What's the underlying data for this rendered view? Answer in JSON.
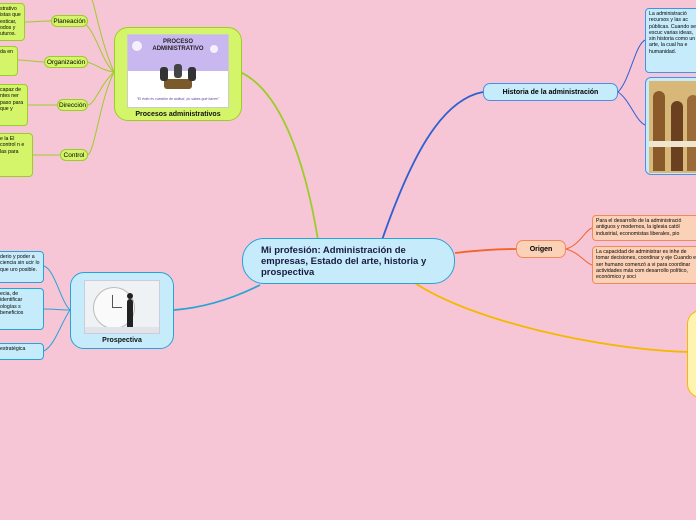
{
  "center": {
    "title": "Mi profesión: Administración de empresas, Estado del arte, historia y prospectiva"
  },
  "procesos": {
    "label": "Procesos administrativos",
    "image_title": "PROCESO ADMINISTRATIVO",
    "image_caption": "\"El éxito es cuestión de actitud, ¡tu sabes qué hacer!\"",
    "children": [
      {
        "label": "Planeación",
        "text": "strativo istas que esticar, odos y uturos."
      },
      {
        "label": "Organización",
        "text": "da en"
      },
      {
        "label": "Dirección",
        "text": "capaz de ntes ner paso para que y"
      },
      {
        "label": "Control",
        "text": "e la El control n e las para"
      }
    ]
  },
  "historia": {
    "label": "Historia de la administración",
    "text": "La administració recursos y las ac públicas. Cuando se escuc varias ideas, sin historia como un arte, la cual ha e humanidad."
  },
  "origen": {
    "label": "Origen",
    "items": [
      "Para el desarrollo de la administració antiguos y modernos, la iglesia catól industrial, economistas liberales, pio",
      "La capacidad de administrar es inhe de tomar decisiones, coordinar y eje Cuando el ser humano comenzó a vi para coordinar actividades más com desarrollo político, económico y soci"
    ]
  },
  "prospectiva": {
    "label": "Prospectiva",
    "children": [
      "derio y poder a ciencia sin ucir lo que uro posible.",
      "ecia, de identificar ologías s beneficios",
      "estratégica"
    ]
  },
  "colors": {
    "background": "#f7c6d6",
    "green": "#9ccc2a",
    "blue": "#2f5fd0",
    "orange": "#f0642a",
    "lightblue": "#2aa2d6",
    "yellow": "#f5b800"
  }
}
